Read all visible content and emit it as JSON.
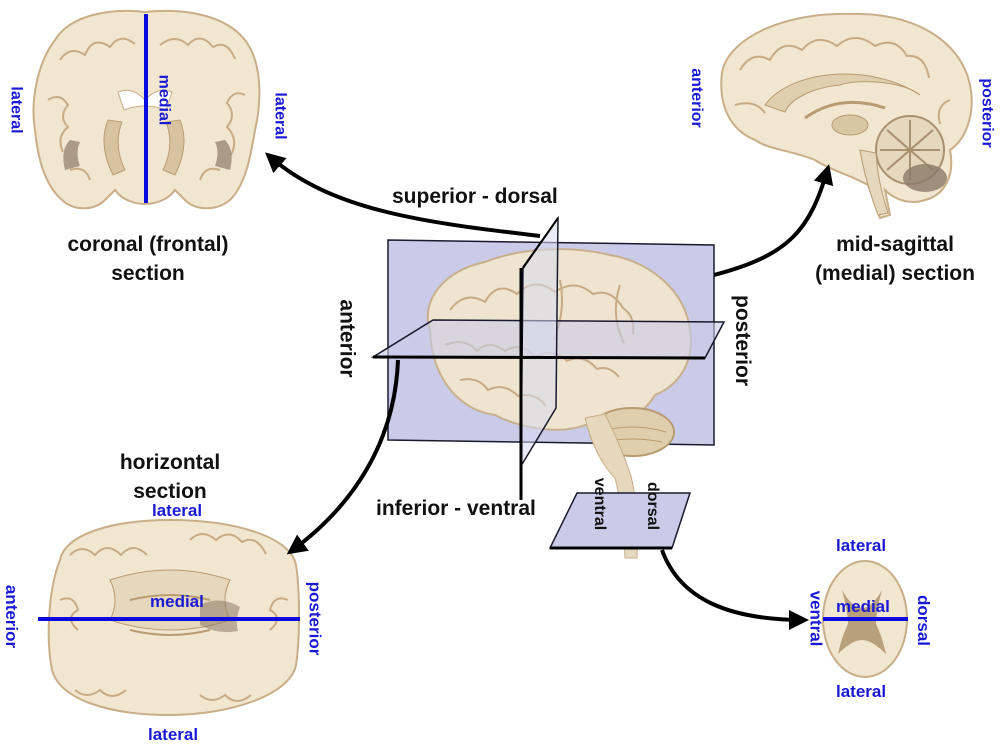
{
  "colors": {
    "tissue": "#f1e6cf",
    "tissue_edge": "#c9ae88",
    "gyrus_line": "#c8ab85",
    "dark_matter": "#a8906d",
    "plane_fill": "#c9cbe8",
    "plane_edge": "#1a1a2e",
    "blue_label": "#1a1ad6",
    "black_label": "#111111"
  },
  "center": {
    "superior": "superior - dorsal",
    "inferior": "inferior - ventral",
    "anterior": "anterior",
    "posterior": "posterior",
    "cord_ventral": "ventral",
    "cord_dorsal": "dorsal"
  },
  "coronal": {
    "caption_line1": "coronal (frontal)",
    "caption_line2": "section",
    "lateral_left": "lateral",
    "lateral_right": "lateral",
    "medial": "medial"
  },
  "sagittal": {
    "caption_line1": "mid-sagittal",
    "caption_line2": "(medial) section",
    "anterior": "anterior",
    "posterior": "posterior"
  },
  "horizontal": {
    "caption_line1": "horizontal",
    "caption_line2": "section",
    "lateral_top": "lateral",
    "lateral_bottom": "lateral",
    "anterior": "anterior",
    "posterior": "posterior",
    "medial": "medial"
  },
  "cord": {
    "lateral_top": "lateral",
    "lateral_bottom": "lateral",
    "ventral": "ventral",
    "dorsal": "dorsal",
    "medial": "medial"
  }
}
